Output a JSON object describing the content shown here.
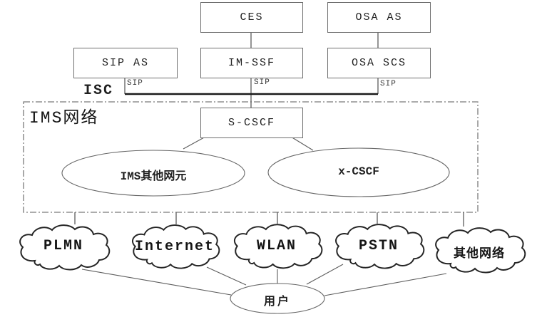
{
  "boxes": {
    "ces": "CES",
    "osa_as": "OSA AS",
    "sip_as": "SIP AS",
    "im_ssf": "IM-SSF",
    "osa_scs": "OSA SCS",
    "s_cscf": "S-CSCF"
  },
  "labels": {
    "isc": "ISC",
    "sip_left": "SIP",
    "sip_center": "SIP",
    "sip_right": "SIP",
    "ims_region": "IMS网络"
  },
  "ellipses": {
    "ims_other": "IMS其他网元",
    "x_cscf": "x-CSCF",
    "user": "用户"
  },
  "clouds": [
    {
      "label": "PLMN"
    },
    {
      "label": "Internet"
    },
    {
      "label": "WLAN"
    },
    {
      "label": "PSTN"
    },
    {
      "label": "其他网络"
    }
  ],
  "colors": {
    "background": "#ffffff",
    "box_border": "#6f6f6f",
    "line": "#5c5c5c",
    "isc_bus_line": "#1a1a1a",
    "cloud_outline": "#242424",
    "dash_border": "#7a7a7a",
    "text": "#1f1f1f"
  }
}
